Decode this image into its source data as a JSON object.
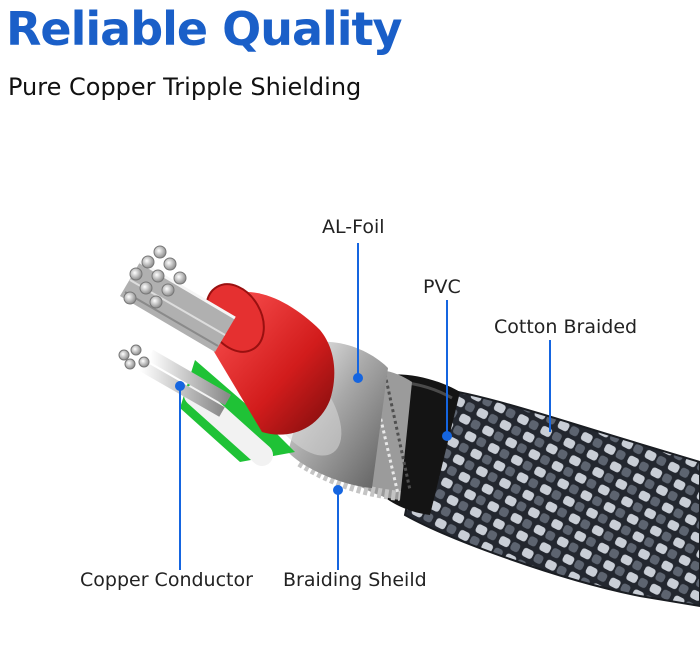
{
  "header": {
    "title": "Reliable Quality",
    "subtitle": "Pure Copper Tripple Shielding"
  },
  "callouts": {
    "al_foil": "AL-Foil",
    "pvc": "PVC",
    "cotton_braided": "Cotton Braided",
    "copper_conductor": "Copper Conductor",
    "braiding_shield": "Braiding Sheild"
  },
  "colors": {
    "title": "#1a5fc8",
    "leader": "#1565e0",
    "red_wire": "#d21c1c",
    "green_wire": "#1fc236",
    "jacket": "#141414"
  }
}
